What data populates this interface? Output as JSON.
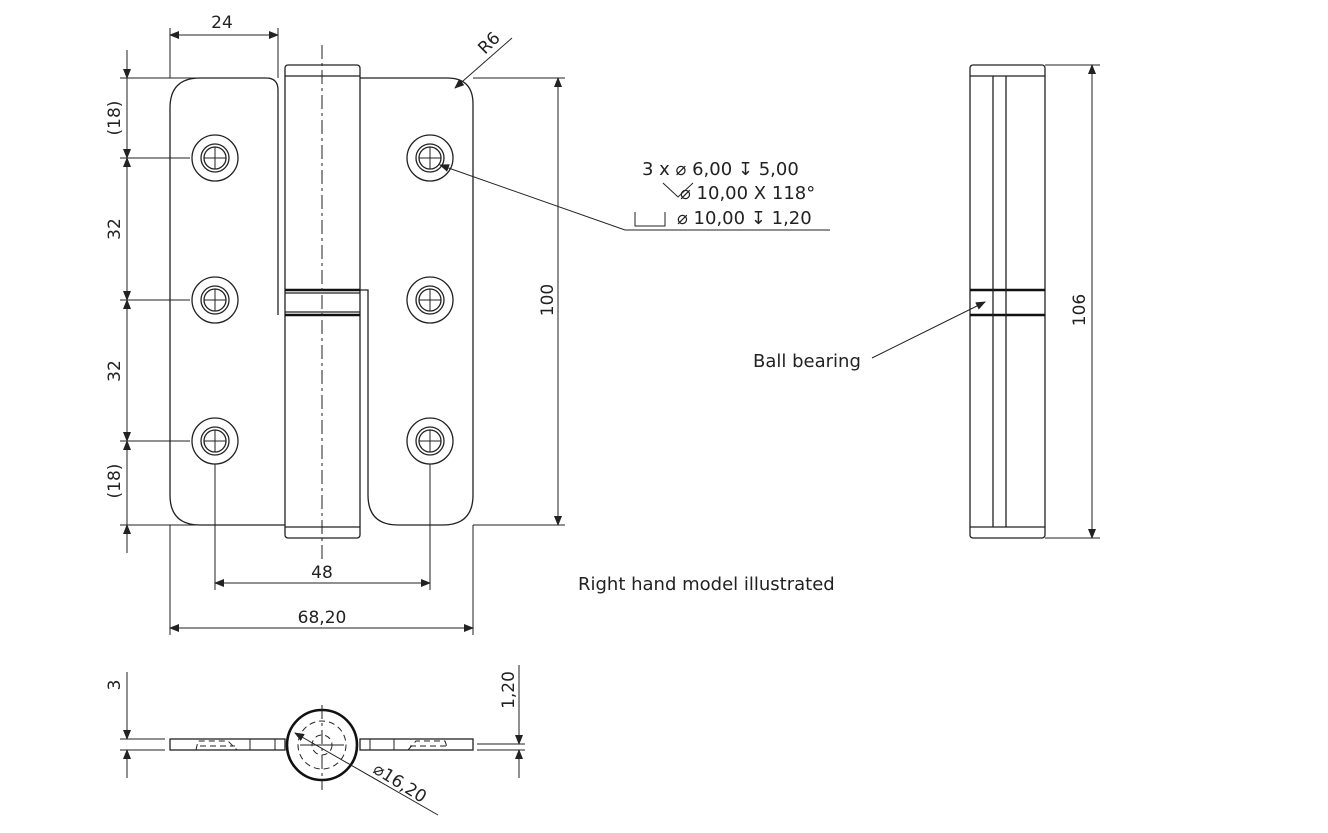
{
  "dimensions": {
    "leaf_to_knuckle": "24",
    "corner_radius": "R6",
    "top_margin": "(18)",
    "hole_spacing_1": "32",
    "hole_spacing_2": "32",
    "bottom_margin": "(18)",
    "leaf_height": "100",
    "hole_column_spacing": "48",
    "overall_width": "68,20",
    "overall_height": "106",
    "thickness": "3",
    "plate_thickness": "1,20",
    "knuckle_diameter": "⌀16,20"
  },
  "hole_callout": {
    "line1": "3 x ⌀ 6,00 ↧ 5,00",
    "line2": "⌀ 10,00 X 118°",
    "line3": "⌀ 10,00 ↧ 1,20"
  },
  "notes": {
    "model": "Right hand model illustrated",
    "ball_bearing": "Ball bearing"
  }
}
